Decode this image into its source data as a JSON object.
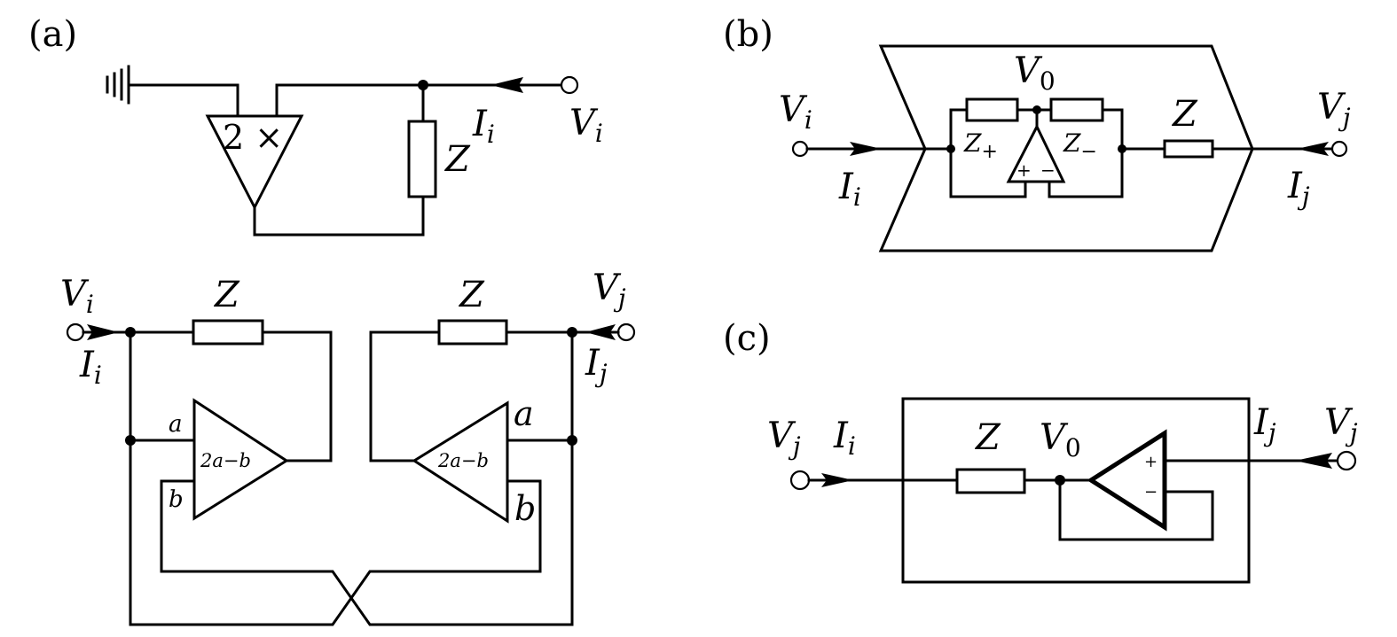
{
  "panels": {
    "a": {
      "tag": "(a)"
    },
    "b": {
      "tag": "(b)"
    },
    "c": {
      "tag": "(c)"
    }
  },
  "a_top": {
    "amp_label": "2 ×",
    "current_sym": "I",
    "current_sub": "i",
    "voltage_sym": "V",
    "voltage_sub": "i",
    "imp_sym": "Z"
  },
  "a_bottom": {
    "vi_sym": "V",
    "vi_sub": "i",
    "ii_sym": "I",
    "ii_sub": "i",
    "vj_sym": "V",
    "vj_sub": "j",
    "ij_sym": "I",
    "ij_sub": "j",
    "z_left": "Z",
    "z_right": "Z",
    "amp_left": "2a−b",
    "amp_right": "2a−b",
    "in_a": "a",
    "in_b": "b"
  },
  "b": {
    "vi_sym": "V",
    "vi_sub": "i",
    "ii_sym": "I",
    "ii_sub": "i",
    "vj_sym": "V",
    "vj_sub": "j",
    "ij_sym": "I",
    "ij_sub": "j",
    "v0_sym": "V",
    "v0_sub": "0",
    "z_sym": "Z",
    "zplus_sym": "Z",
    "zplus_sub": "+",
    "zminus_sym": "Z",
    "zminus_sub": "−",
    "opamp_plus": "+",
    "opamp_minus": "−"
  },
  "c": {
    "vj_left_sym": "V",
    "vj_left_sub": "j",
    "ii_sym": "I",
    "ii_sub": "i",
    "z_sym": "Z",
    "v0_sym": "V",
    "v0_sub": "0",
    "ij_sym": "I",
    "ij_sub": "j",
    "vj_right_sym": "V",
    "vj_right_sub": "j",
    "opamp_plus": "+",
    "opamp_minus": "−"
  }
}
